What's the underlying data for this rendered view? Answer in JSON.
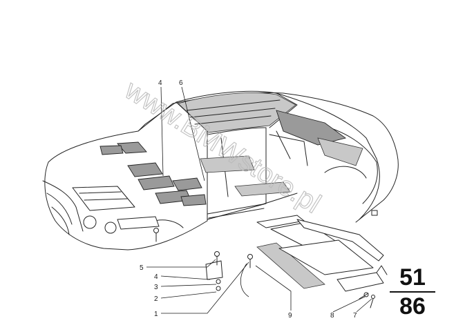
{
  "diagram": {
    "watermark": "www.BMWstore.pl",
    "group_code": {
      "main": "51",
      "sub": "86"
    },
    "callouts": [
      {
        "id": "c4-top",
        "label": "4"
      },
      {
        "id": "c6-top",
        "label": "6"
      },
      {
        "id": "c5",
        "label": "5"
      },
      {
        "id": "c4",
        "label": "4"
      },
      {
        "id": "c3",
        "label": "3"
      },
      {
        "id": "c2",
        "label": "2"
      },
      {
        "id": "c1",
        "label": "1"
      },
      {
        "id": "c9",
        "label": "9"
      },
      {
        "id": "c8",
        "label": "8"
      },
      {
        "id": "c7",
        "label": "7"
      }
    ]
  }
}
